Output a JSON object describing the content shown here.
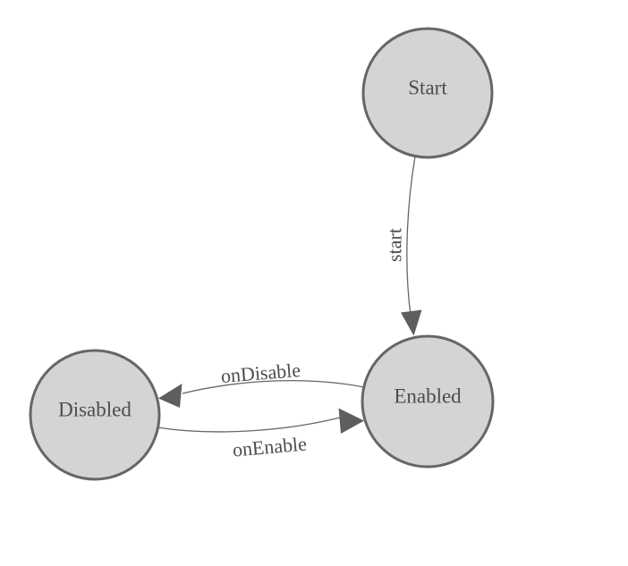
{
  "diagram": {
    "type": "state-machine",
    "colors": {
      "background": "#ffffff",
      "node_fill": "#d4d4d4",
      "node_stroke": "#666666",
      "edge_stroke": "#666666",
      "arrow_fill": "#5e5e5e",
      "label": "#4d4d4d"
    },
    "nodes": {
      "start": {
        "label": "Start"
      },
      "enabled": {
        "label": "Enabled"
      },
      "disabled": {
        "label": "Disabled"
      }
    },
    "edges": {
      "start_to_enabled": {
        "from": "Start",
        "to": "Enabled",
        "label": "start"
      },
      "enabled_to_disabled": {
        "from": "Enabled",
        "to": "Disabled",
        "label": "onDisable"
      },
      "disabled_to_enabled": {
        "from": "Disabled",
        "to": "Enabled",
        "label": "onEnable"
      }
    }
  }
}
